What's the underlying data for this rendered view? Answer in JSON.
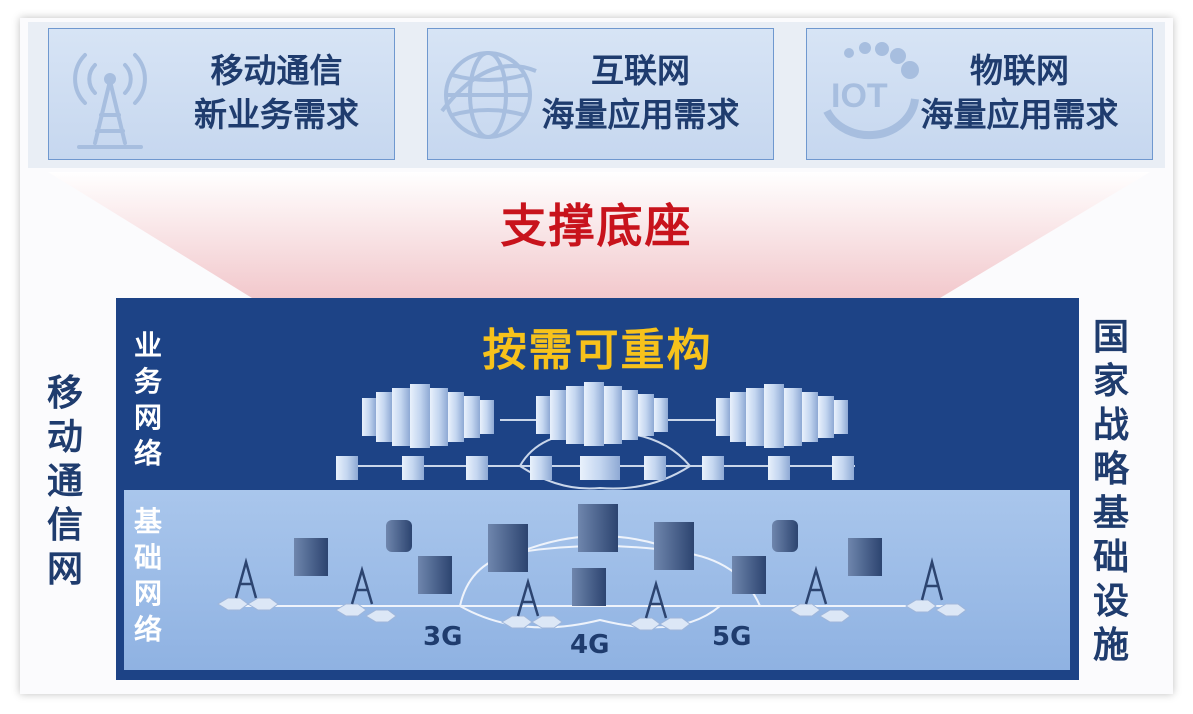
{
  "cards": [
    {
      "line1": "移动通信",
      "line2": "新业务需求",
      "icon": "antenna-icon"
    },
    {
      "line1": "互联网",
      "line2": "海量应用需求",
      "icon": "globe-icon"
    },
    {
      "line1": "物联网",
      "line2": "海量应用需求",
      "icon": "iot-icon",
      "icon_text": "IOT"
    }
  ],
  "support_label": "支撑底座",
  "left_label": [
    "移",
    "动",
    "通",
    "信",
    "网"
  ],
  "right_label": [
    "国",
    "家",
    "战",
    "略",
    "基",
    "础",
    "设",
    "施"
  ],
  "service_network": {
    "title": "按需可重构",
    "label": [
      "业",
      "务",
      "网",
      "络"
    ]
  },
  "base_network": {
    "label": [
      "基",
      "础",
      "网",
      "络"
    ],
    "generations": [
      "3G",
      "4G",
      "5G"
    ]
  },
  "colors": {
    "dark_blue": "#1d4386",
    "light_blue": "#a9c6ec",
    "accent_red": "#c8131c",
    "accent_gold": "#f7c21b",
    "text_navy": "#1f3c6e"
  }
}
